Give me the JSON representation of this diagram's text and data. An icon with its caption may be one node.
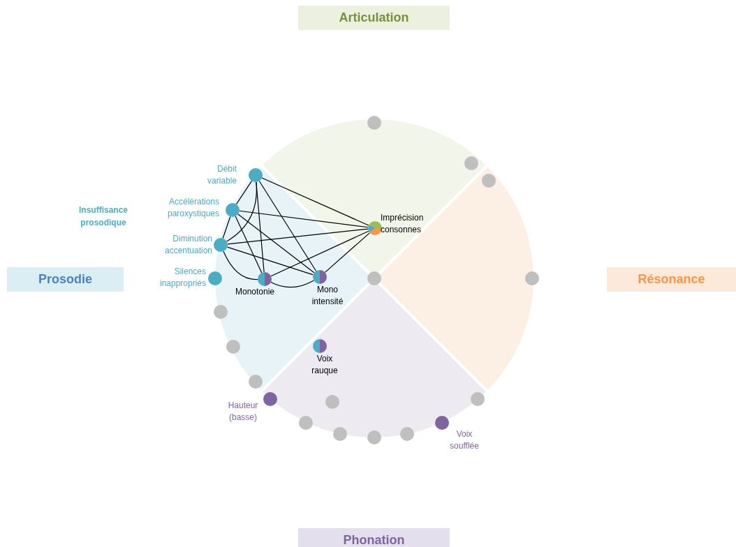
{
  "diagram": {
    "nodes": [
      {
        "text": [
          "Articulation"
        ]
      },
      {
        "text": [],
        "shape": "circle"
      },
      {
        "text": [],
        "shape": "circle"
      },
      {
        "text": [],
        "shape": "circle",
        "beside": [
          "Débit variable"
        ]
      },
      {
        "text": [],
        "shape": "circle"
      },
      {
        "text": [],
        "shape": "circle",
        "beside": [
          "Accélérations paroxystiques"
        ]
      },
      {
        "text": [],
        "shape": "circle",
        "beside": [
          "Imprécision consonnes"
        ]
      },
      {
        "text": [],
        "shape": "circle",
        "beside": [
          "Diminution accentuation"
        ]
      },
      {
        "text": [
          "Prosodie"
        ]
      },
      {
        "text": [
          "Résonance"
        ]
      },
      {
        "text": [],
        "shape": "circle",
        "beside": [
          "Silences inappropriés"
        ]
      },
      {
        "text": [],
        "shape": "circle",
        "beside": [
          "Monotonie"
        ]
      },
      {
        "text": [],
        "shape": "circle",
        "beside": [
          "Mono intensité"
        ]
      },
      {
        "text": [],
        "shape": "circle"
      },
      {
        "text": [],
        "shape": "circle"
      },
      {
        "text": [],
        "shape": "circle"
      },
      {
        "text": [],
        "shape": "circle",
        "beside": [
          "Voix rauque"
        ]
      },
      {
        "text": [],
        "shape": "circle"
      },
      {
        "text": [],
        "shape": "circle"
      },
      {
        "text": [],
        "shape": "circle",
        "beside": [
          "Hauteur (basse)"
        ]
      },
      {
        "text": [],
        "shape": "circle"
      },
      {
        "text": [],
        "shape": "circle"
      },
      {
        "text": [],
        "shape": "circle",
        "beside": [
          "Voix soufflée"
        ]
      },
      {
        "text": [],
        "shape": "circle"
      },
      {
        "text": [],
        "shape": "circle"
      },
      {
        "text": [],
        "shape": "circle"
      },
      {
        "text": [],
        "shape": "circle"
      },
      {
        "text": [
          "Phonation"
        ]
      }
    ],
    "edges": [
      {
        "from": 3,
        "to": 5,
        "arrow": "none"
      },
      {
        "from": 3,
        "to": 7,
        "arrow": "none"
      },
      {
        "from": 3,
        "to": 11,
        "arrow": "none"
      },
      {
        "from": 3,
        "to": 12,
        "arrow": "none"
      },
      {
        "from": 3,
        "to": 6,
        "arrow": "none"
      },
      {
        "from": 5,
        "to": 7,
        "arrow": "none"
      },
      {
        "from": 5,
        "to": 11,
        "arrow": "none"
      },
      {
        "from": 5,
        "to": 12,
        "arrow": "none"
      },
      {
        "from": 5,
        "to": 6,
        "arrow": "none"
      },
      {
        "from": 7,
        "to": 11,
        "arrow": "none"
      },
      {
        "from": 7,
        "to": 12,
        "arrow": "none"
      },
      {
        "from": 7,
        "to": 6,
        "arrow": "none"
      },
      {
        "from": 11,
        "to": 12,
        "arrow": "none"
      },
      {
        "from": 11,
        "to": 6,
        "arrow": "none"
      },
      {
        "from": 12,
        "to": 6,
        "arrow": "none"
      }
    ],
    "labels": [
      "Insuffisance prosodique"
    ]
  }
}
